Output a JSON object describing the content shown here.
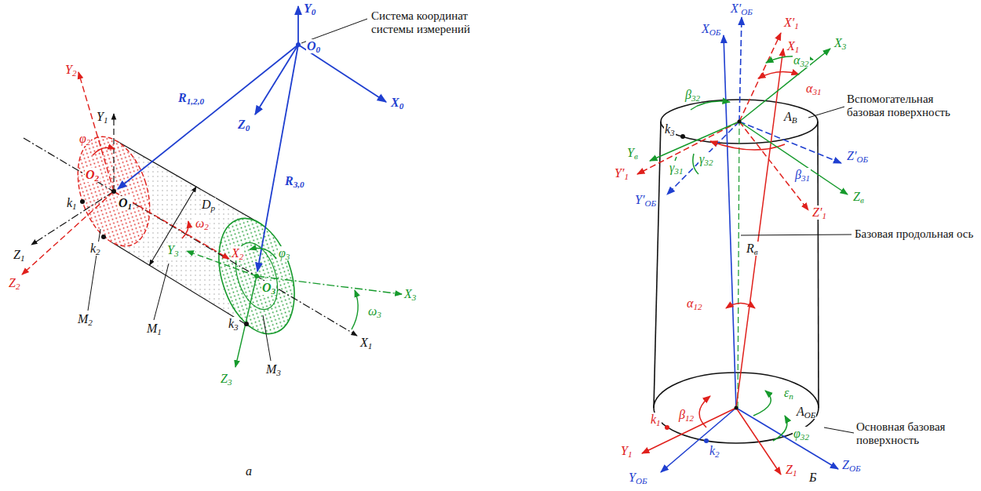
{
  "diagram": {
    "labels": [
      "Y0",
      "Система координат системы измерений",
      "R1,2,0",
      "O0",
      "Z0",
      "X0",
      "R3,0",
      "Y1",
      "Y2",
      "φ2",
      "O2",
      "O1",
      "k1",
      "Dр",
      "Z1",
      "k2",
      "Z2",
      "ω2",
      "Y3",
      "X2",
      "φ3",
      "O3",
      "X3",
      "ω3",
      "M2",
      "M1",
      "M3",
      "k3",
      "Z3",
      "X1",
      "а",
      "X′ОБ",
      "XОБ",
      "X′1",
      "X1",
      "X3",
      "α32",
      "α31",
      "Вспомогательная базовая поверхность",
      "β32",
      "k3",
      "AВ",
      "Yв",
      "Y′1",
      "γ31",
      "γ32",
      "β31",
      "Z′ОБ",
      "Y′ОБ",
      "Zв",
      "Z′1",
      "Rв",
      "Базовая продольная ось",
      "α12",
      "β12",
      "εп",
      "AОБ",
      "φ32",
      "Основная базовая поверхность",
      "k1",
      "k2",
      "Y1",
      "YОБ",
      "Z1",
      "ZОБ",
      "Б"
    ]
  }
}
